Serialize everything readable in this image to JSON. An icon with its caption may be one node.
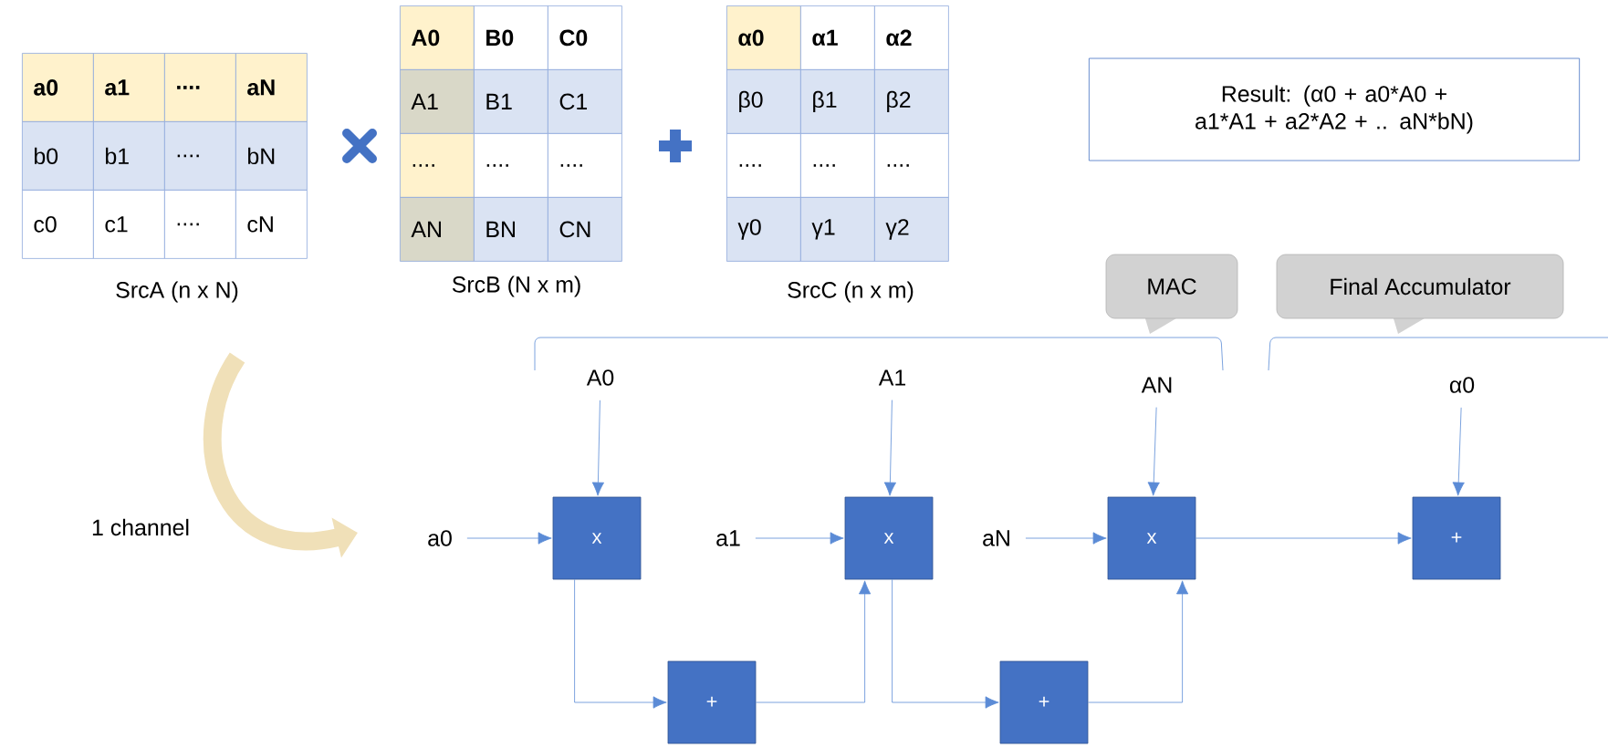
{
  "diagram": {
    "nodes": [
      {
        "text": [
          "Result: (α0 + a0*A0 + a1*A1 + a2*A2 + .. aN*bN)"
        ]
      },
      {
        "text": [
          "MAC"
        ]
      },
      {
        "text": [
          "Final Accumulator"
        ]
      },
      {
        "text": [
          "A0"
        ]
      },
      {
        "text": [
          "A1"
        ]
      },
      {
        "text": [
          "AN"
        ]
      },
      {
        "text": [
          "α0"
        ]
      },
      {
        "text": [
          "a0"
        ]
      },
      {
        "text": [
          "x"
        ]
      },
      {
        "text": [
          "a1"
        ]
      },
      {
        "text": [
          "x"
        ]
      },
      {
        "text": [
          "aN"
        ]
      },
      {
        "text": [
          "x"
        ]
      },
      {
        "text": [
          "+"
        ]
      },
      {
        "text": [
          "+"
        ]
      },
      {
        "text": [
          "+"
        ]
      }
    ],
    "edges": [
      {
        "from": 3,
        "to": 8,
        "arrow": "to"
      },
      {
        "from": 4,
        "to": 10,
        "arrow": "to"
      },
      {
        "from": 5,
        "to": 12,
        "arrow": "to"
      },
      {
        "from": 6,
        "to": 13,
        "arrow": "to"
      },
      {
        "from": 7,
        "to": 8,
        "arrow": "to"
      },
      {
        "from": 9,
        "to": 10,
        "arrow": "to"
      },
      {
        "from": 11,
        "to": 12,
        "arrow": "to"
      },
      {
        "from": 12,
        "to": 13,
        "arrow": "to"
      },
      {
        "from": 8,
        "to": 14,
        "arrow": "to"
      },
      {
        "from": 14,
        "to": 10,
        "arrow": "to"
      },
      {
        "from": 10,
        "to": 15,
        "arrow": "to"
      },
      {
        "from": 15,
        "to": 12,
        "arrow": "to"
      }
    ],
    "labels": [
      "a0",
      "a1",
      "....",
      "aN",
      "b0",
      "b1",
      "....",
      "bN",
      "c0",
      "c1",
      "....",
      "cN",
      "SrcA (n x N)",
      "A0",
      "B0",
      "C0",
      "A1",
      "B1",
      "C1",
      "....",
      "....",
      "....",
      "AN",
      "BN",
      "CN",
      "SrcB (N x m)",
      "α0",
      "α1",
      "α2",
      "β0",
      "β1",
      "β2",
      "....",
      "....",
      "....",
      "γ0",
      "γ1",
      "γ2",
      "SrcC (n x m)",
      "1 channel"
    ]
  }
}
